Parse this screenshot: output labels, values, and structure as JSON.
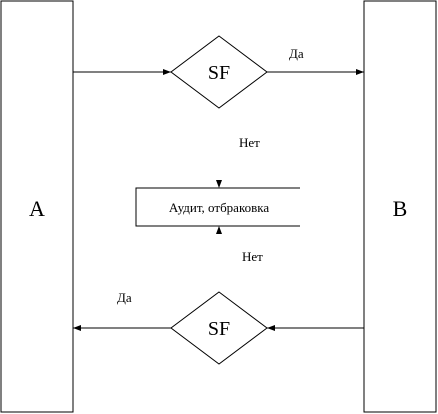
{
  "blocks": {
    "left_label": "A",
    "right_label": "B"
  },
  "decisions": {
    "top_label": "SF",
    "bottom_label": "SF"
  },
  "process": {
    "label": "Аудит, отбраковка"
  },
  "edges": {
    "top_yes": "Да",
    "top_no": "Нет",
    "bottom_no": "Нет",
    "bottom_yes": "Да"
  },
  "colors": {
    "stroke": "#000000",
    "background": "#ffffff"
  }
}
